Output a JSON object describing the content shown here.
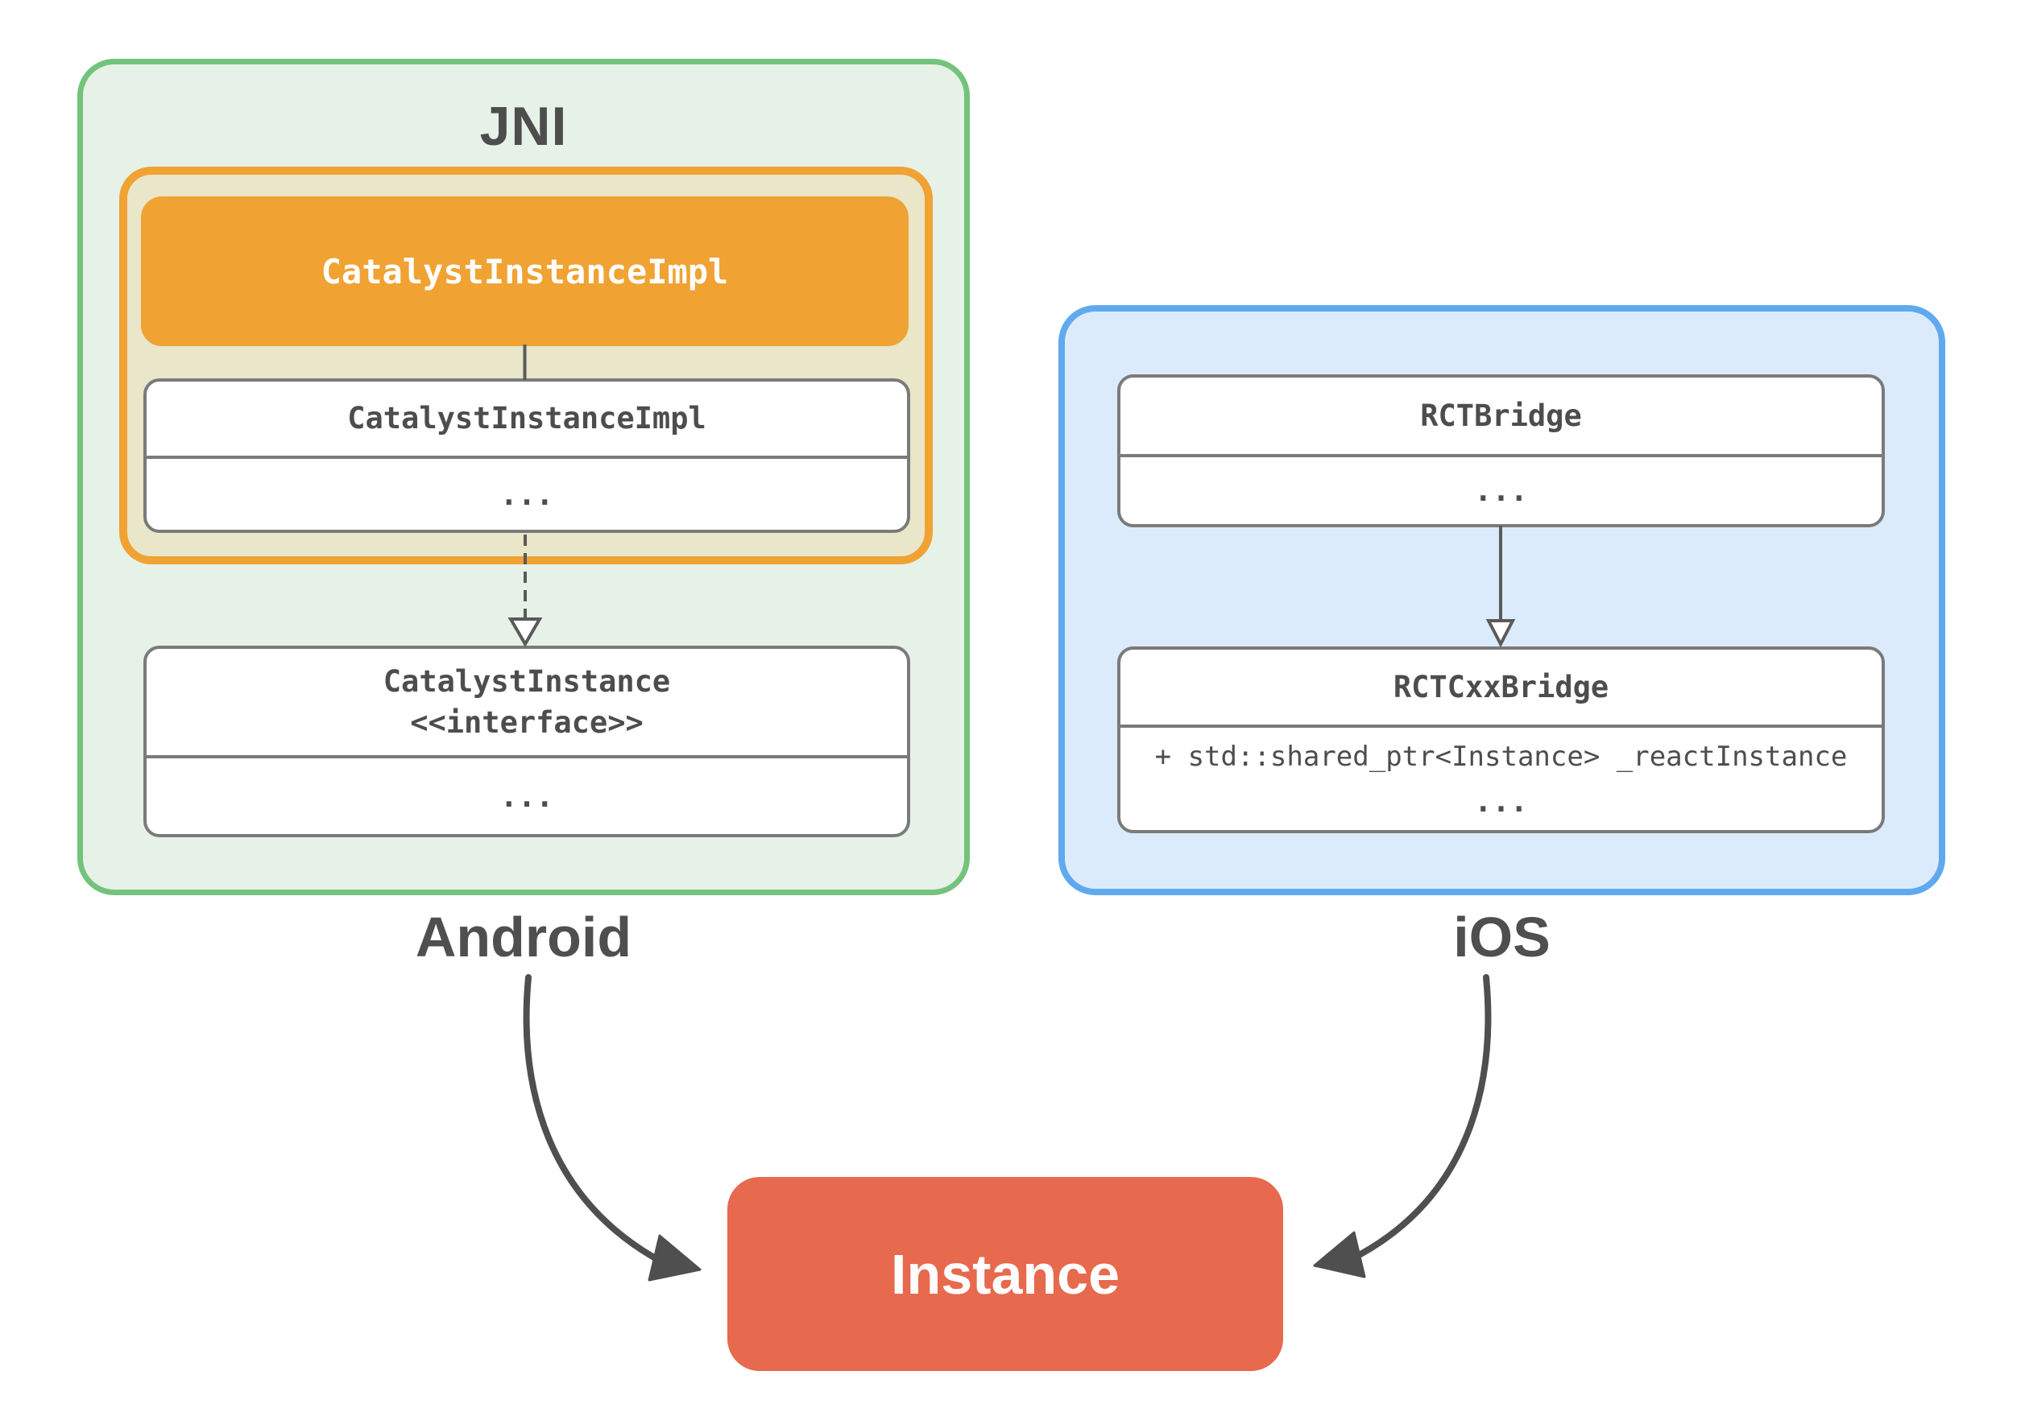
{
  "colors": {
    "green_border": "#74c37c",
    "green_fill": "#e6f2e7",
    "orange_border": "#f0a233",
    "orange_panel_fill": "#e9e6c9",
    "orange_solid_fill": "#f0a233",
    "blue_border": "#5fa9ef",
    "blue_fill": "#dcebfc",
    "red_fill": "#e7694e",
    "class_box_border": "#7a7a7a",
    "text_dark": "#4d4d4d",
    "arrow_color": "#4f4f4f"
  },
  "jni": {
    "title": "JNI",
    "platform_label": "Android",
    "highlight_box": {
      "label": "CatalystInstanceImpl"
    },
    "impl_class": {
      "name": "CatalystInstanceImpl",
      "members": "..."
    },
    "interface_class": {
      "name": "CatalystInstance",
      "stereotype": "<<interface>>",
      "members": "..."
    }
  },
  "ios": {
    "platform_label": "iOS",
    "bridge_class": {
      "name": "RCTBridge",
      "members": "..."
    },
    "cxx_bridge_class": {
      "name": "RCTCxxBridge",
      "attribute": "+ std::shared_ptr<Instance> _reactInstance",
      "members": "..."
    }
  },
  "instance": {
    "label": "Instance"
  }
}
